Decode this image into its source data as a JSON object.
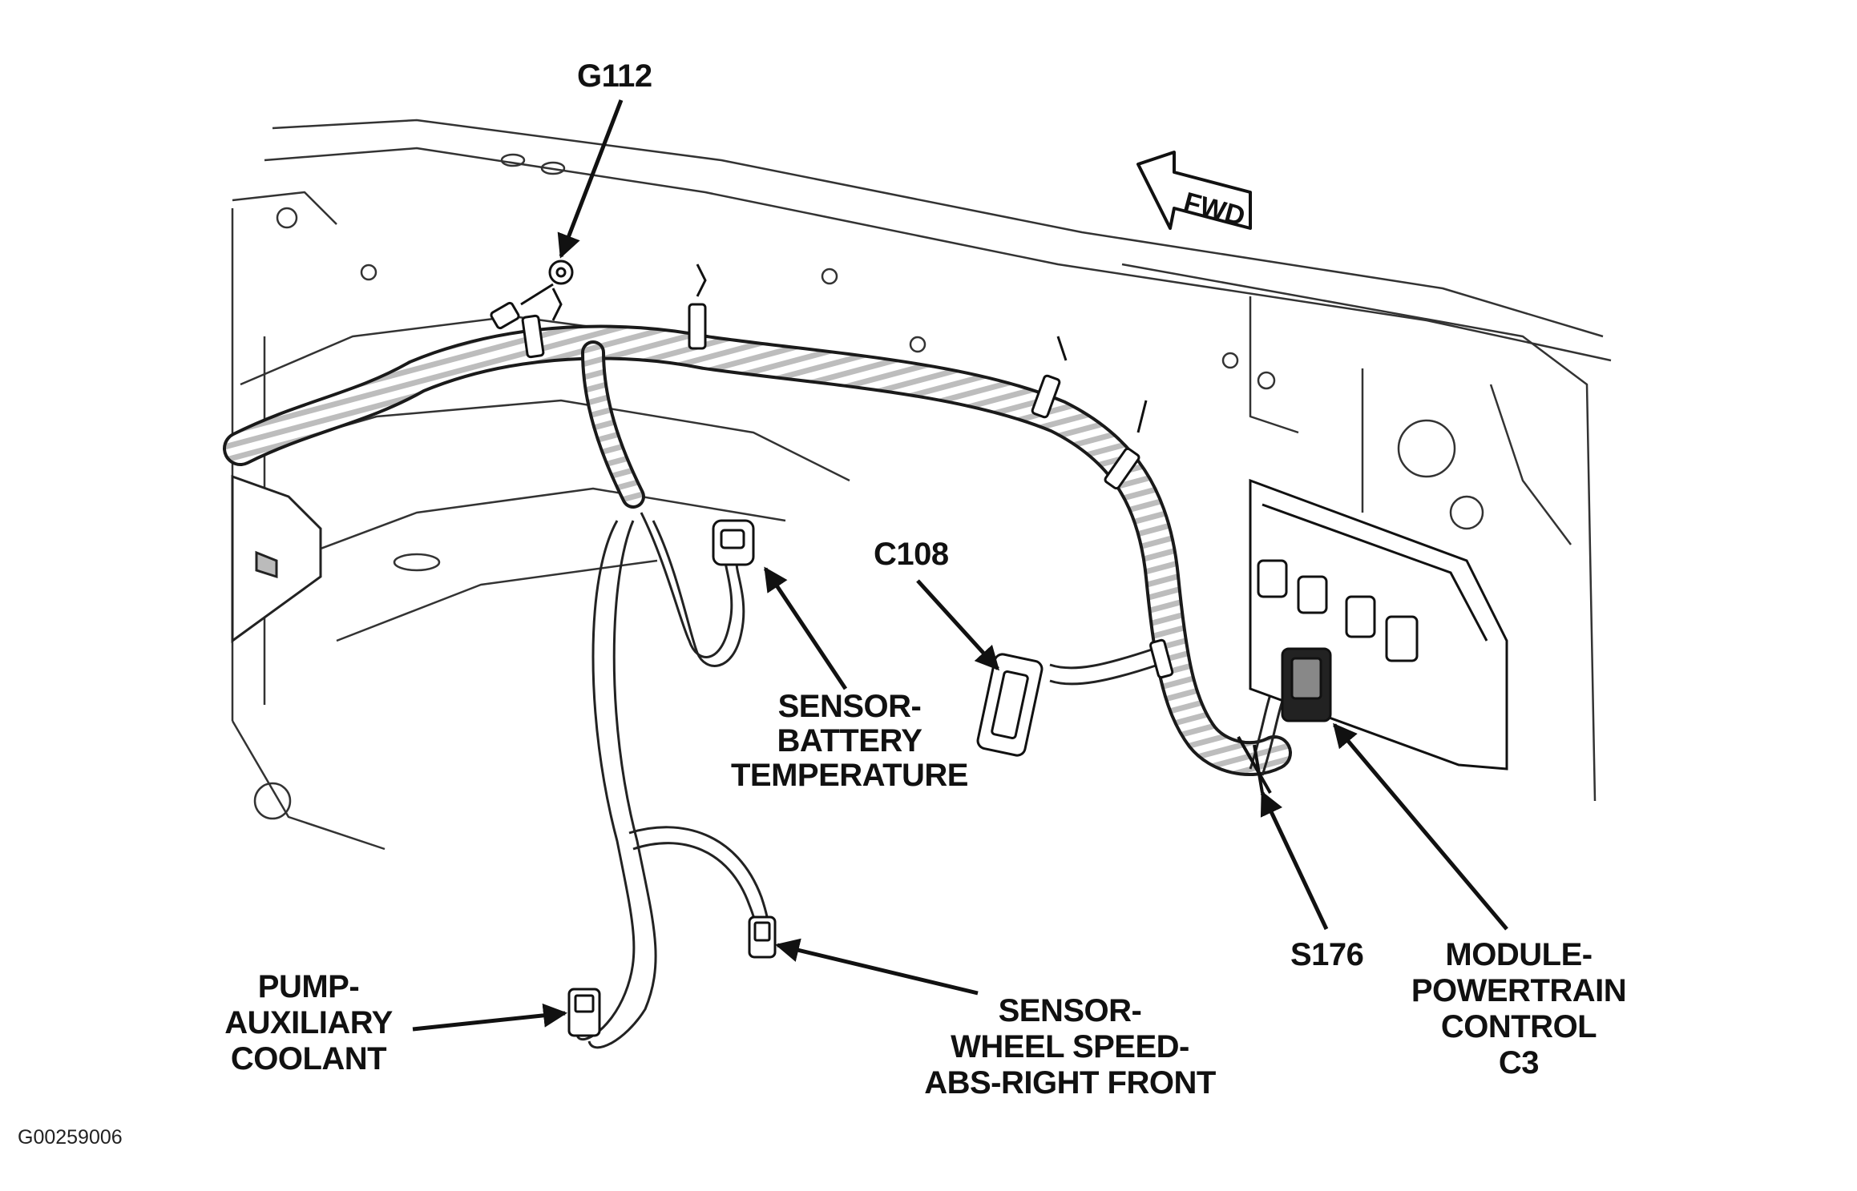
{
  "labels": {
    "g112": "G112",
    "c108": "C108",
    "s176": "S176",
    "fwd": "FWD",
    "battery_temp_sensor": [
      "SENSOR-",
      "BATTERY",
      "TEMPERATURE"
    ],
    "pcm_module": [
      "MODULE-",
      "POWERTRAIN",
      "CONTROL",
      "C3"
    ],
    "aux_coolant_pump": [
      "PUMP-",
      "AUXILIARY",
      "COOLANT"
    ],
    "wheel_speed_sensor": [
      "SENSOR-",
      "WHEEL SPEED-",
      "ABS-RIGHT FRONT"
    ]
  },
  "figure_id": "G00259006",
  "colors": {
    "ink": "#111111",
    "line": "#222222",
    "paper": "#ffffff",
    "shade": "#d9d9d9"
  }
}
